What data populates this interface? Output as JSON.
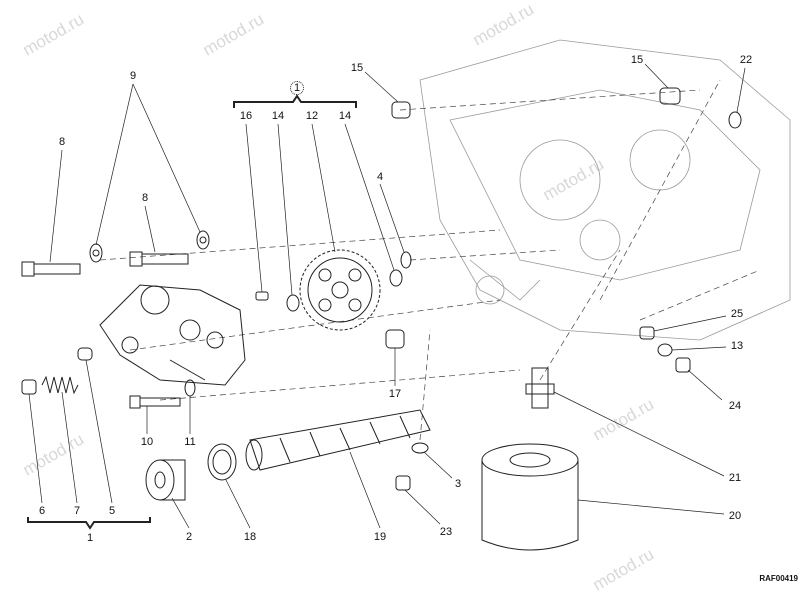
{
  "watermark": "motod.ru",
  "drawing_code": "RAF00419",
  "group_label": "1",
  "callouts": [
    {
      "id": "c9",
      "text": "9"
    },
    {
      "id": "c8a",
      "text": "8"
    },
    {
      "id": "c8b",
      "text": "8"
    },
    {
      "id": "c16",
      "text": "16"
    },
    {
      "id": "c14a",
      "text": "14"
    },
    {
      "id": "c12",
      "text": "12"
    },
    {
      "id": "c14b",
      "text": "14"
    },
    {
      "id": "c15a",
      "text": "15"
    },
    {
      "id": "c4",
      "text": "4"
    },
    {
      "id": "c15b",
      "text": "15"
    },
    {
      "id": "c22",
      "text": "22"
    },
    {
      "id": "c25",
      "text": "25"
    },
    {
      "id": "c13",
      "text": "13"
    },
    {
      "id": "c24",
      "text": "24"
    },
    {
      "id": "c17",
      "text": "17"
    },
    {
      "id": "c10",
      "text": "10"
    },
    {
      "id": "c11",
      "text": "11"
    },
    {
      "id": "c3",
      "text": "3"
    },
    {
      "id": "c21",
      "text": "21"
    },
    {
      "id": "c20",
      "text": "20"
    },
    {
      "id": "c6",
      "text": "6"
    },
    {
      "id": "c7",
      "text": "7"
    },
    {
      "id": "c5",
      "text": "5"
    },
    {
      "id": "c1",
      "text": "1"
    },
    {
      "id": "c2",
      "text": "2"
    },
    {
      "id": "c18",
      "text": "18"
    },
    {
      "id": "c19",
      "text": "19"
    },
    {
      "id": "c23",
      "text": "23"
    }
  ]
}
